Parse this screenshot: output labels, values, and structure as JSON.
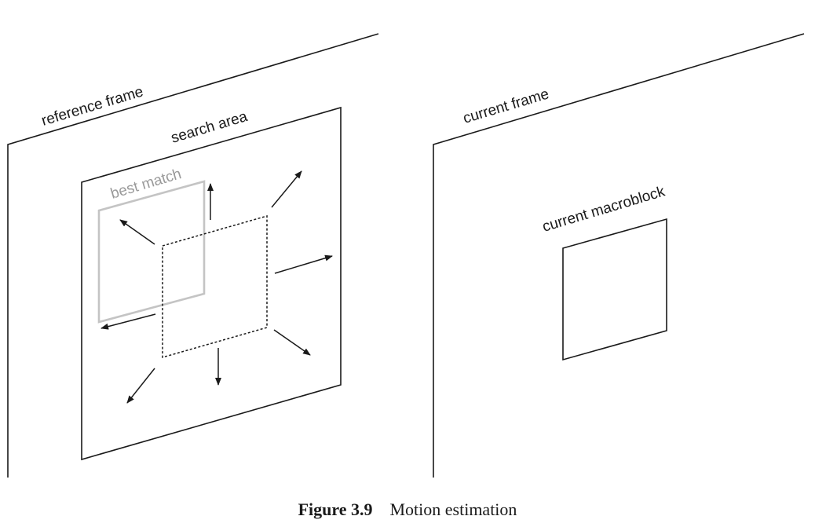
{
  "labels": {
    "reference_frame": "reference frame",
    "search_area": "search area",
    "best_match": "best match",
    "current_frame": "current frame",
    "current_macroblock": "current macroblock"
  },
  "caption": {
    "number": "Figure 3.9",
    "text": "Motion estimation"
  },
  "colors": {
    "ink": "#1a1a1a",
    "best_match_outline": "#c4c4c4",
    "best_match_label": "#9a9a9a"
  }
}
